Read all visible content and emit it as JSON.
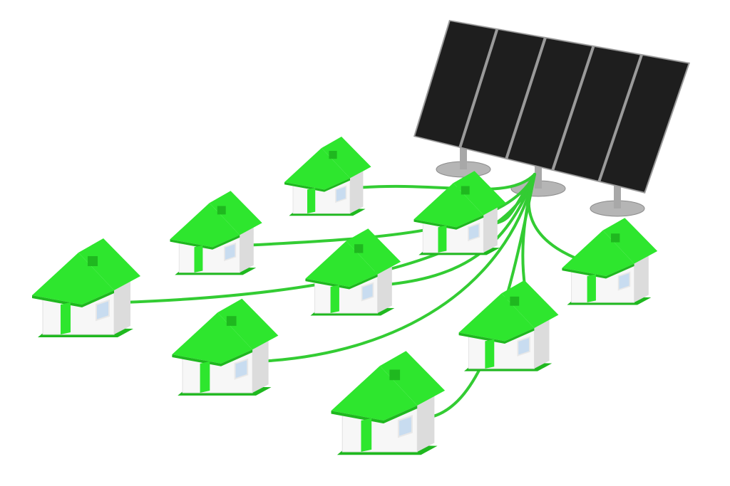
{
  "scene": {
    "subject": "solar-panel-powering-houses",
    "house_count": 9,
    "panel_segments": 5,
    "stand_count": 3
  },
  "colors": {
    "background": "#ffffff",
    "roof_green": "#2ee62e",
    "roof_shade": "#1fb81f",
    "cable_green": "#33cc33",
    "wall_white": "#f7f7f7",
    "wall_shade": "#dcdcdc",
    "window_blue": "#c8dcf0",
    "panel_dark": "#1e1e1e",
    "panel_frame": "#9a9a9a",
    "stand_grey": "#b5b5b5"
  }
}
